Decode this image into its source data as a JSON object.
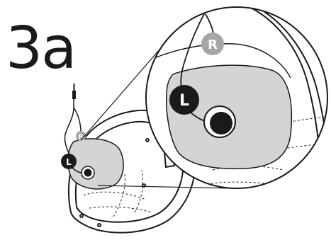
{
  "step": {
    "label": "3a"
  },
  "badges": {
    "right": {
      "text": "R",
      "color": "#a6a6a6"
    },
    "left": {
      "text": "L",
      "color": "#1a1a1a"
    }
  },
  "colors": {
    "line": "#1a1a1a",
    "pad": "#d4d4d4",
    "background": "#ffffff"
  },
  "icons": [
    "audio-jack-icon",
    "speaker-driver-icon",
    "cable-icon"
  ]
}
